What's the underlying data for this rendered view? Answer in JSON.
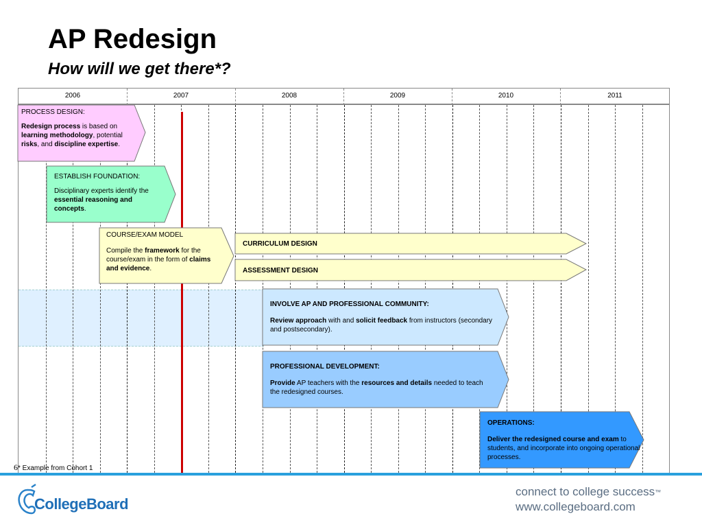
{
  "slide": {
    "title": "AP Redesign",
    "subtitle": "How will we get there*?",
    "page_number": "6",
    "footnote": "* Example from Cohort 1"
  },
  "timeline": {
    "years": [
      "2006",
      "2007",
      "2008",
      "2009",
      "2010",
      "2011"
    ]
  },
  "boxes": {
    "process_design": {
      "heading": "PROCESS DESIGN:",
      "t1": "Redesign process",
      "t2": " is based on ",
      "t3": "learning methodology",
      "t4": ", potential ",
      "t5": "risks",
      "t6": ", and ",
      "t7": "discipline expertise",
      "t8": "."
    },
    "establish_foundation": {
      "heading": "ESTABLISH FOUNDATION:",
      "t1": "Disciplinary experts identify the ",
      "t2": "essential reasoning and concepts",
      "t3": "."
    },
    "course_exam_model": {
      "heading": "COURSE/EXAM MODEL",
      "t1": "Compile the ",
      "t2": "framework",
      "t3": " for the course/exam in the form of ",
      "t4": "claims and evidence",
      "t5": "."
    },
    "curriculum_design": {
      "heading": "CURRICULUM DESIGN"
    },
    "assessment_design": {
      "heading": "ASSESSMENT DESIGN"
    },
    "involve_community": {
      "heading": "INVOLVE AP AND PROFESSIONAL COMMUNITY:",
      "t1": "Review approach",
      "t2": " with and ",
      "t3": "solicit feedback",
      "t4": " from instructors (secondary and postsecondary)."
    },
    "professional_development": {
      "heading": "PROFESSIONAL DEVELOPMENT:",
      "t1": "Provide",
      "t2": " AP teachers with the ",
      "t3": "resources and details",
      "t4": " needed to teach the redesigned courses."
    },
    "operations": {
      "heading": "OPERATIONS:",
      "t1": "Deliver the redesigned course and exam",
      "t2": " to students, and incorporate into ongoing operational processes."
    }
  },
  "colors": {
    "process_design": "#ffccff",
    "establish_foundation": "#99ffcc",
    "course_exam_model": "#ffffcc",
    "design_bars": "#ffffcc",
    "involve_community": "#cce8ff",
    "professional_development": "#99ccff",
    "operations": "#3399ff",
    "today_line": "#cc0000",
    "footer_bar": "#2aa0dd"
  },
  "footer": {
    "logo_text": "CollegeBoard",
    "tagline_line1": "connect to college success",
    "tagline_tm": "™",
    "tagline_line2": "www.collegeboard.com"
  }
}
